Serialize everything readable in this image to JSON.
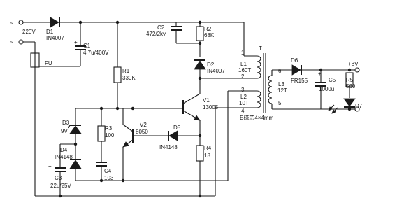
{
  "terminals": {
    "ac_top": "~",
    "ac_bottom": "~",
    "voltage": "220V"
  },
  "components": {
    "D1": {
      "ref": "D1",
      "value": "IN4007"
    },
    "C1": {
      "ref": "C1",
      "value": "4.7u/400V",
      "polarity": "+"
    },
    "FU": {
      "ref": "FU"
    },
    "C2": {
      "ref": "C2",
      "value": "472/2kv"
    },
    "R2": {
      "ref": "R2",
      "value": "68K"
    },
    "D2": {
      "ref": "D2",
      "value": "IN4007"
    },
    "R1": {
      "ref": "R1",
      "value": "330K"
    },
    "T": {
      "ref": "T"
    },
    "L1": {
      "ref": "L1",
      "value": "160T",
      "pin_a": "1",
      "pin_b": "2"
    },
    "L2": {
      "ref": "L2",
      "value": "10T",
      "pin_a": "3",
      "pin_b": "4"
    },
    "L3": {
      "ref": "L3",
      "value": "12T",
      "pin_a": "6",
      "pin_b": "5"
    },
    "core": "E磁芯4×4mm",
    "V1": {
      "ref": "V1",
      "value": "13005"
    },
    "V2": {
      "ref": "V2",
      "value": "8050"
    },
    "D3": {
      "ref": "D3",
      "value": "9V"
    },
    "D4": {
      "ref": "D4",
      "value": "IN4148"
    },
    "D5": {
      "ref": "D5",
      "value": "IN4148"
    },
    "R3": {
      "ref": "R3",
      "value": "100"
    },
    "R4": {
      "ref": "R4",
      "value": "18"
    },
    "C3": {
      "ref": "C3",
      "value": "22u/25V",
      "polarity": "+"
    },
    "C4": {
      "ref": "C4",
      "value": "103"
    },
    "D6": {
      "ref": "D6",
      "value": "FR155"
    },
    "C5": {
      "ref": "C5",
      "value": "1000u",
      "polarity": "+"
    },
    "R5": {
      "ref": "R5",
      "value": "560"
    },
    "D7": {
      "ref": "D7"
    },
    "out_pos": "+8V"
  }
}
